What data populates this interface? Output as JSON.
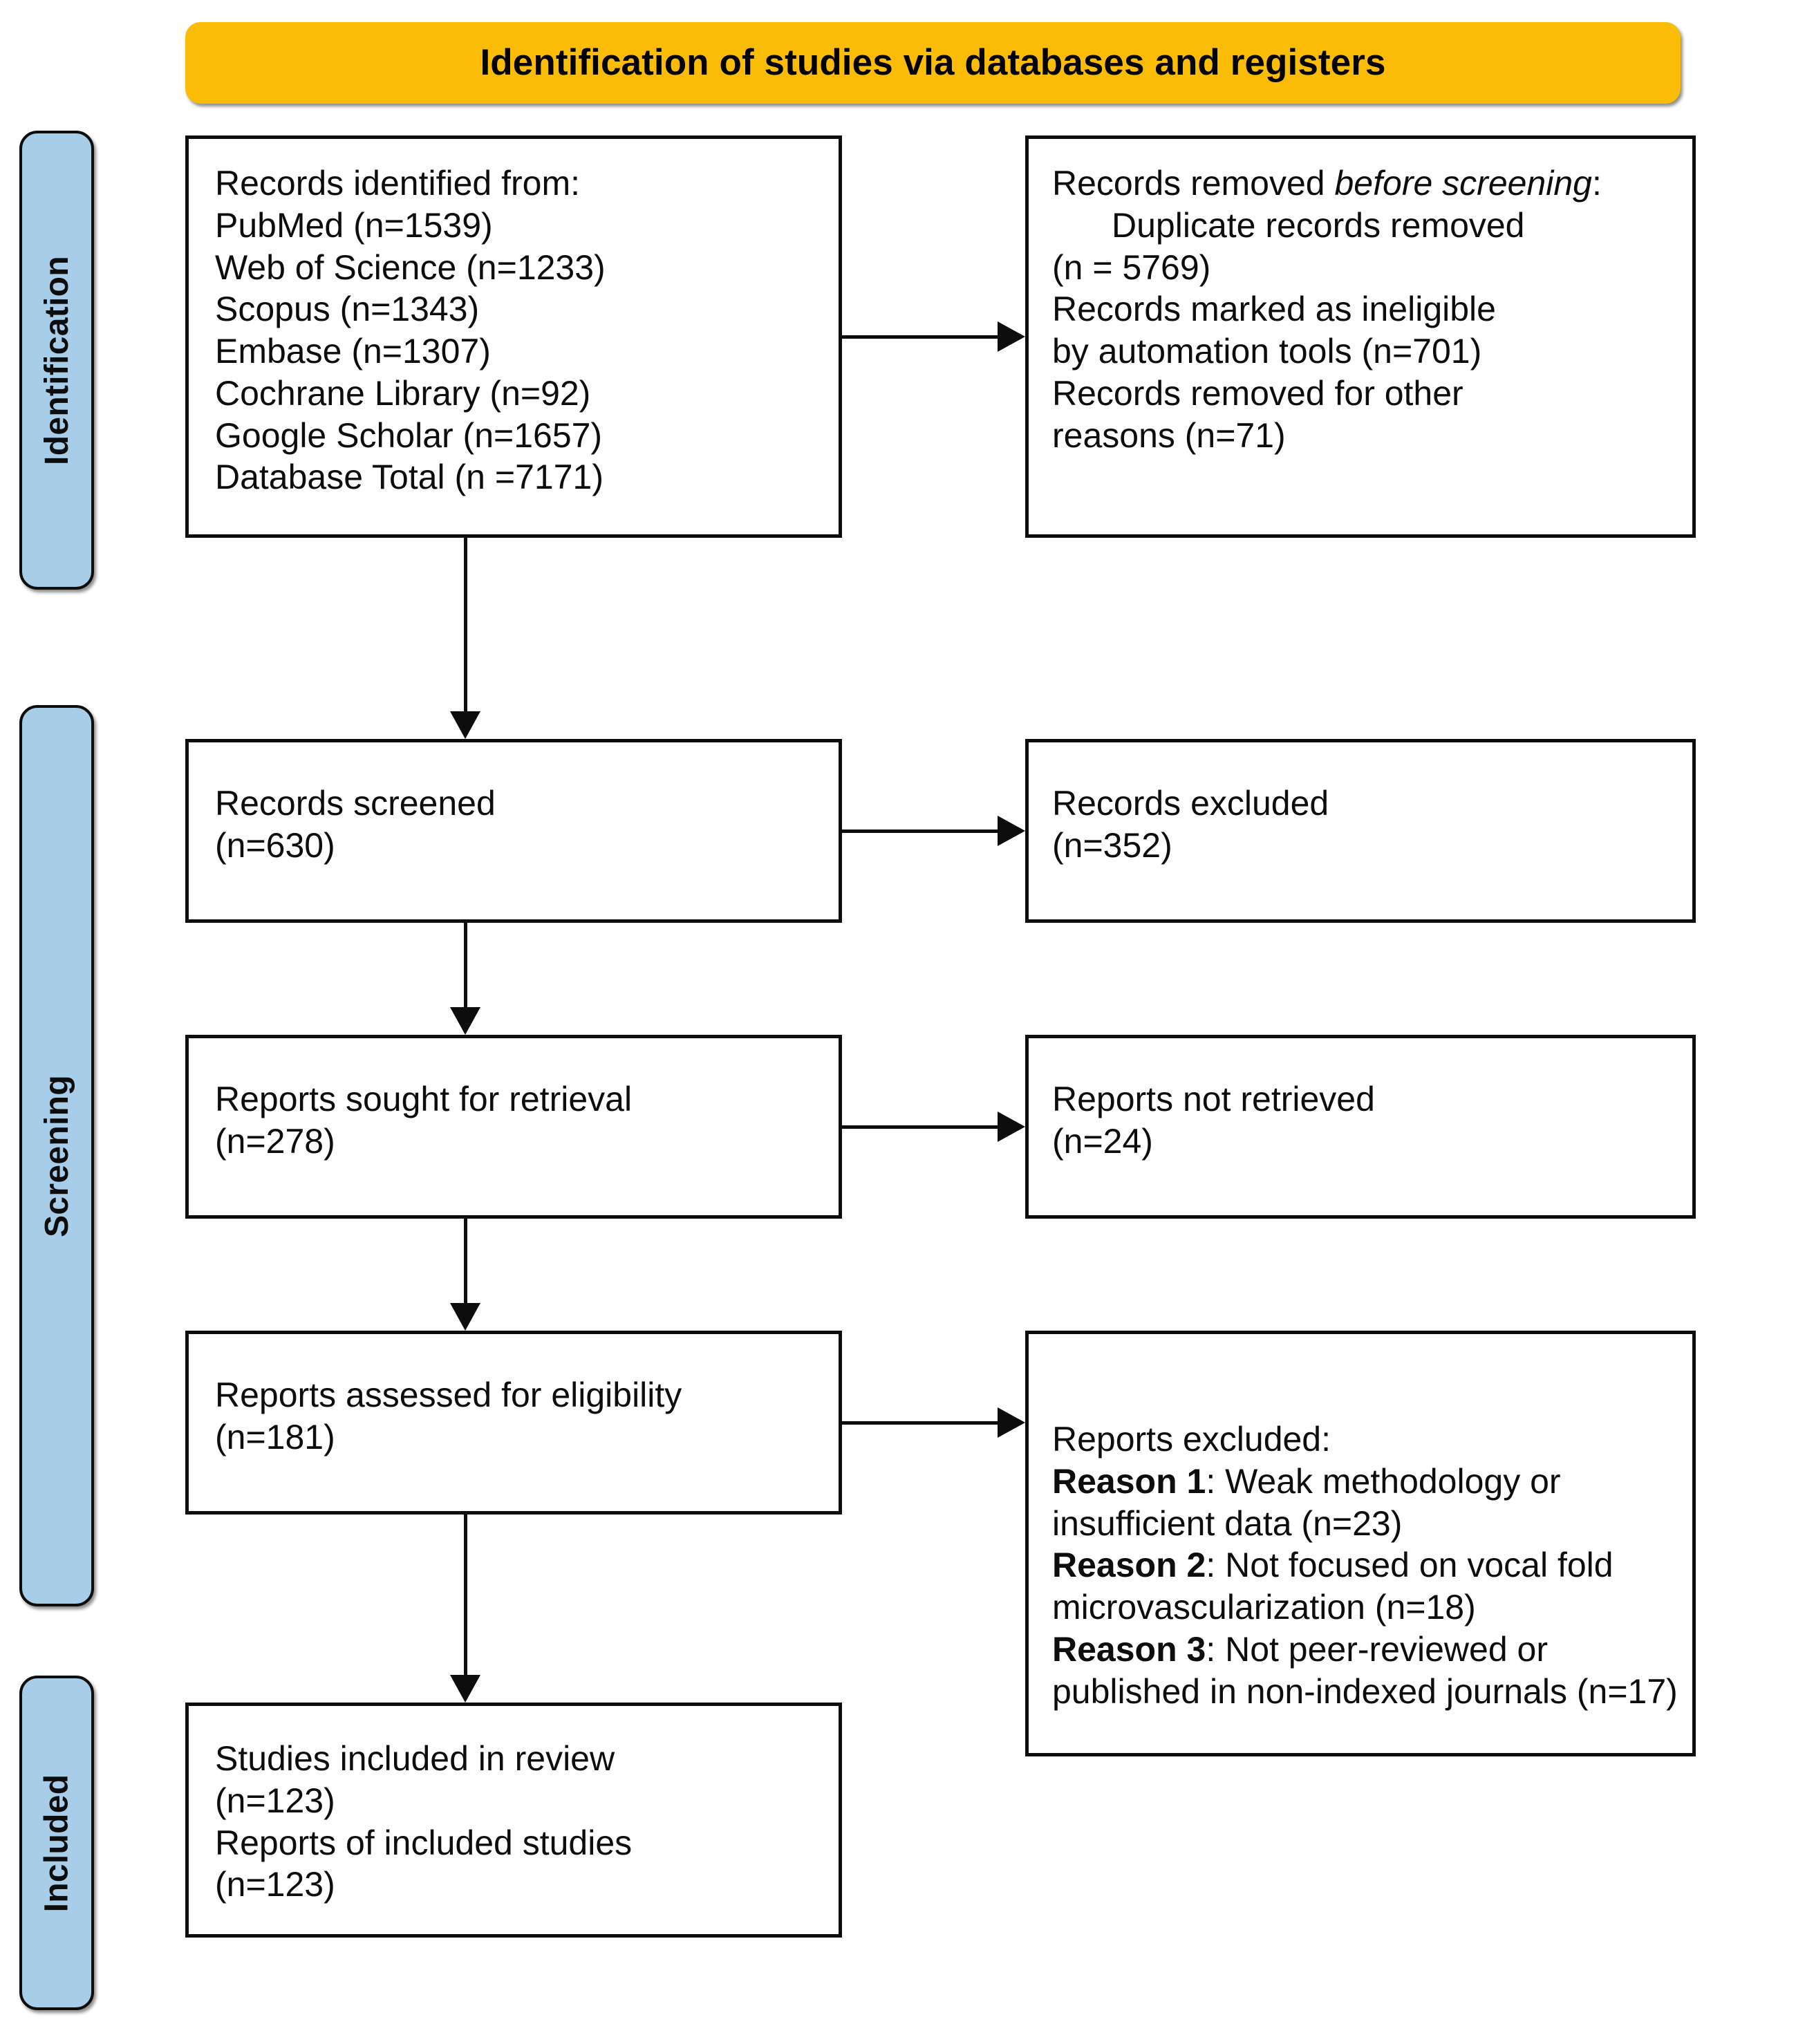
{
  "header": {
    "title": "Identification of studies via databases and registers",
    "background_color": "#FBBC07"
  },
  "stages": [
    {
      "label": "Identification"
    },
    {
      "label": "Screening"
    },
    {
      "label": "Included"
    }
  ],
  "stage_bar_color": "#A8CDE8",
  "boxes": {
    "identified": {
      "heading": "Records identified from:",
      "lines": [
        "PubMed (n=1539)",
        "Web of Science (n=1233)",
        "Scopus (n=1343)",
        "Embase (n=1307)",
        "Cochrane Library (n=92)",
        "Google Scholar (n=1657)",
        "Database Total (n =7171)"
      ]
    },
    "removed": {
      "heading_prefix": "Records removed ",
      "heading_italic": "before screening",
      "heading_suffix": ":",
      "items": [
        "Duplicate records removed",
        "(n = 5769)",
        "Records marked as ineligible",
        "by automation tools (n=701)",
        "Records removed for other",
        "reasons (n=71)"
      ]
    },
    "screened": {
      "line1": "Records screened",
      "line2": "(n=630)"
    },
    "records_excluded": {
      "line1": "Records excluded",
      "line2": "(n=352)"
    },
    "sought": {
      "line1": "Reports sought for retrieval",
      "line2": "(n=278)"
    },
    "not_retrieved": {
      "line1": "Reports not retrieved",
      "line2": "(n=24)"
    },
    "assessed": {
      "line1": "Reports assessed for eligibility",
      "line2": "(n=181)"
    },
    "reports_excluded": {
      "heading": "Reports excluded:",
      "reasons": [
        {
          "label": "Reason 1",
          "text": ": Weak methodology or insufficient data (n=23)"
        },
        {
          "label": "Reason 2",
          "text": ": Not focused on vocal fold microvascularization (n=18)"
        },
        {
          "label": "Reason 3",
          "text": ": Not peer-reviewed or published in non-indexed journals (n=17)"
        }
      ]
    },
    "included": {
      "line1": "Studies included in review",
      "line2": "(n=123)",
      "line3": "Reports of included studies",
      "line4": "(n=123)"
    }
  },
  "chart_data": {
    "type": "diagram",
    "title": "Identification of studies via databases and registers",
    "nodes": [
      {
        "id": "identified",
        "stage": "Identification",
        "label": "Records identified from databases",
        "n": 7171
      },
      {
        "id": "removed",
        "stage": "Identification",
        "label": "Records removed before screening",
        "duplicates": 5769,
        "ineligible_automation": 701,
        "other_reasons": 71
      },
      {
        "id": "screened",
        "stage": "Screening",
        "label": "Records screened",
        "n": 630
      },
      {
        "id": "records_excluded",
        "stage": "Screening",
        "label": "Records excluded",
        "n": 352
      },
      {
        "id": "sought",
        "stage": "Screening",
        "label": "Reports sought for retrieval",
        "n": 278
      },
      {
        "id": "not_retrieved",
        "stage": "Screening",
        "label": "Reports not retrieved",
        "n": 24
      },
      {
        "id": "assessed",
        "stage": "Screening",
        "label": "Reports assessed for eligibility",
        "n": 181
      },
      {
        "id": "reports_excluded",
        "stage": "Screening",
        "label": "Reports excluded",
        "reason_1": 23,
        "reason_2": 18,
        "reason_3": 17
      },
      {
        "id": "included",
        "stage": "Included",
        "label": "Studies included in review",
        "studies": 123,
        "reports": 123
      }
    ],
    "sources": [
      {
        "name": "PubMed",
        "n": 1539
      },
      {
        "name": "Web of Science",
        "n": 1233
      },
      {
        "name": "Scopus",
        "n": 1343
      },
      {
        "name": "Embase",
        "n": 1307
      },
      {
        "name": "Cochrane Library",
        "n": 92
      },
      {
        "name": "Google Scholar",
        "n": 1657
      },
      {
        "name": "Database Total",
        "n": 7171
      }
    ]
  }
}
